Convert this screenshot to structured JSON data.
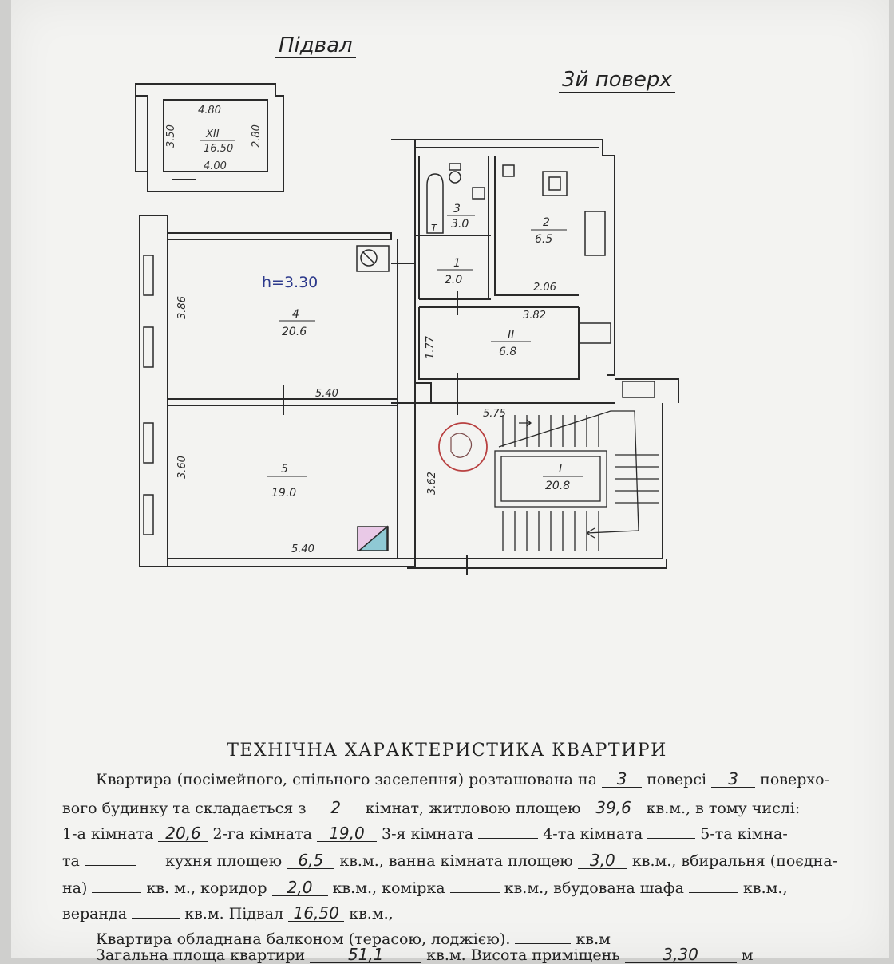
{
  "header": {
    "basement_label": "Підвал",
    "floor_label": "3й поверх"
  },
  "plan": {
    "basement_room": {
      "number": "XII",
      "area": "16.50",
      "top": "4.80",
      "bottom": "4.00",
      "left": "3.50",
      "right": "2.80"
    },
    "ceiling_height": "h=3.30",
    "rooms": [
      {
        "id": "r3",
        "number": "3",
        "area": "3.0"
      },
      {
        "id": "r2",
        "number": "2",
        "area": "6.5"
      },
      {
        "id": "r1",
        "number": "1",
        "area": "2.0"
      },
      {
        "id": "r4",
        "number": "4",
        "area": "20.6"
      },
      {
        "id": "rII",
        "number": "II",
        "area": "6.8"
      },
      {
        "id": "r5",
        "number": "5",
        "area": "19.0"
      },
      {
        "id": "rI",
        "number": "I",
        "area": "20.8"
      }
    ],
    "dimensions": {
      "d_206": "2.06",
      "d_382": "3.82",
      "d_177": "1.77",
      "d_386": "3.86",
      "d_540a": "5.40",
      "d_360": "3.60",
      "d_540b": "5.40",
      "d_575": "5.75",
      "d_362": "3.62"
    },
    "fixtures": {
      "bath": "T"
    }
  },
  "document": {
    "title": "ТЕХНІЧНА ХАРАКТЕРИСТИКА КВАРТИРИ",
    "l1": {
      "a": "Квартира (посімейного, спільного заселення) розташована на",
      "floor": "3",
      "b": "поверсі",
      "floors": "3",
      "c": "поверхо-"
    },
    "l2": {
      "a": "вого будинку та складається з",
      "rooms": "2",
      "b": "кімнат, житловою площею",
      "living": "39,6",
      "c": "кв.м., в тому числі:"
    },
    "l3": {
      "a": "1-а кімната",
      "r1": "20,6",
      "b": "2-га кімната",
      "r2": "19,0",
      "c": "3-я кімната",
      "d": "4-та кімната",
      "e": "5-та кімна-"
    },
    "l4": {
      "a": "та",
      "b": "кухня площею",
      "kitchen": "6,5",
      "c": "кв.м., ванна кімната площею",
      "bath": "3,0",
      "d": "кв.м., вбиральня (поєдна-"
    },
    "l5": {
      "a": "на)",
      "b": "кв. м., коридор",
      "corridor": "2,0",
      "c": "кв.м., комірка",
      "d": "кв.м., вбудована шафа",
      "e": "кв.м.,"
    },
    "l6": {
      "a": "веранда",
      "b": "кв.м. Підвал",
      "basement": "16,50",
      "c": "кв.м.,"
    },
    "l7": {
      "a": "Квартира обладнана балконом (терасою, лоджією).",
      "b": "кв.м"
    },
    "l8": {
      "a": "Загальна площа квартири",
      "total": "51,1",
      "b": "кв.м. Висота приміщень",
      "height": "3,30",
      "c": "м"
    }
  }
}
